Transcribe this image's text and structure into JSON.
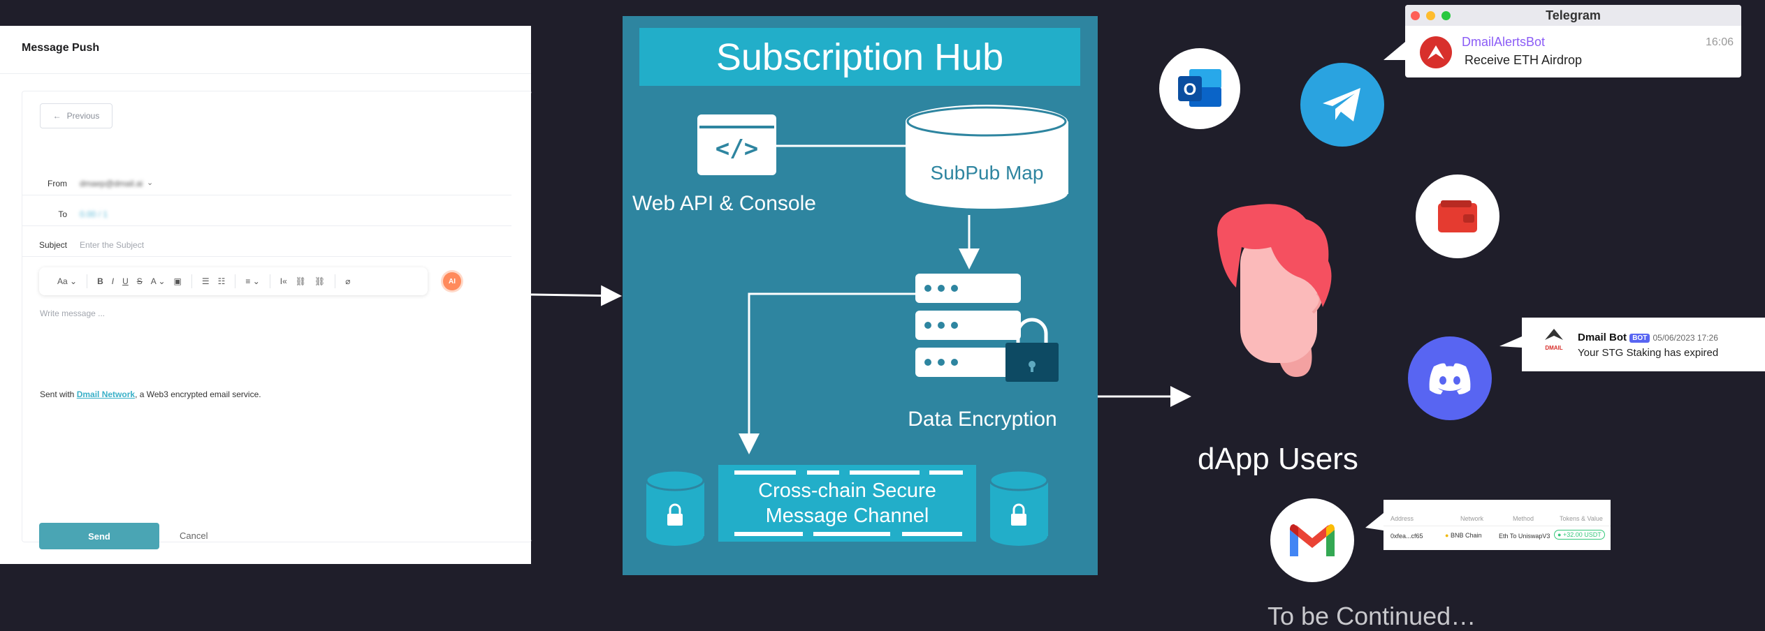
{
  "message_push": {
    "title": "Message Push",
    "previous_label": "Previous",
    "from_label": "From",
    "from_value": "dmaep@dmail.ai",
    "to_label": "To",
    "to_value": "0.00 / 1",
    "subject_label": "Subject",
    "subject_placeholder": "Enter the Subject",
    "toolbar": {
      "font_size": "Aa",
      "bold": "B",
      "italic": "I",
      "underline": "U",
      "strike": "S",
      "color": "A",
      "link": "🔗",
      "attach": "📎"
    },
    "ai_badge": "AI",
    "message_placeholder": "Write message ...",
    "sent_with_prefix": "Sent with ",
    "sent_with_link": "Dmail Network",
    "sent_with_suffix": ", a Web3 encrypted email service.",
    "send_label": "Send",
    "cancel_label": "Cancel"
  },
  "hub": {
    "title": "Subscription Hub",
    "api_icon_text": "</>",
    "web_api_label": "Web API & Console",
    "subpub_label": "SubPub Map",
    "encryption_label": "Data Encryption",
    "channel_line1": "Cross-chain Secure",
    "channel_line2": "Message Channel"
  },
  "telegram_notice": {
    "window_title": "Telegram",
    "bot_name": "DmailAlertsBot",
    "time": "16:06",
    "message": "Receive ETH Airdrop"
  },
  "discord_notice": {
    "logo_text": "DMAIL",
    "bot_name": "Dmail",
    "bot_suffix": "Bot",
    "bot_badge": "BOT",
    "timestamp": "05/06/2023 17:26",
    "message": "Your STG Staking has expired"
  },
  "gmail_notice": {
    "headers": [
      "Address",
      "Network",
      "Method",
      "Tokens & Value"
    ],
    "row": [
      "0xfea...cf65",
      "BNB Chain",
      "Eth To UniswapV3",
      "+32.00 USDT"
    ]
  },
  "users": {
    "label": "dApp Users",
    "continued": "To be Continued…"
  },
  "colors": {
    "background": "#1f1e2a",
    "hub": "#2e85a0",
    "hub_accent": "#22aec9",
    "send_button": "#4aa5b4",
    "telegram": "#2aa3e0",
    "discord": "#5865f2",
    "outlook": "#0a64c8",
    "wallet": "#e53b30"
  }
}
